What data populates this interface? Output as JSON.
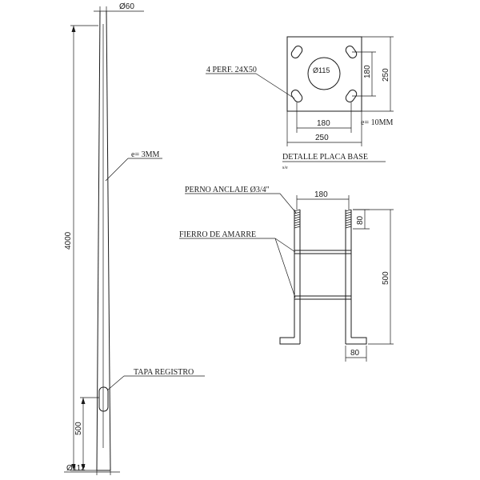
{
  "pole": {
    "top_diameter": "Ø60",
    "height": "4000",
    "thickness": "e= 3MM",
    "access_cover": "TAPA REGISTRO",
    "cover_height": "500",
    "base_diameter": "Ø112"
  },
  "base_plate": {
    "holes": "4 PERF. 24X50",
    "center_hole": "Ø115",
    "inner_vertical": "180",
    "outer_vertical": "250",
    "inner_horizontal": "180",
    "outer_horizontal": "250",
    "thickness": "e= 10MM",
    "title": "DETALLE PLACA BASE",
    "scale": "s/e"
  },
  "anchor": {
    "bolt": "PERNO ANCLAJE Ø3/4\"",
    "tie": "FIERRO DE AMARRE",
    "spacing": "180",
    "thread_length": "80",
    "total_length": "500",
    "foot_length": "80"
  }
}
